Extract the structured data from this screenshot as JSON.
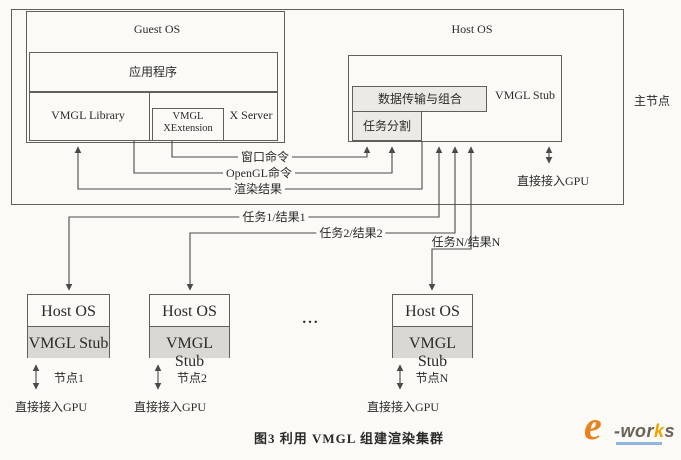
{
  "figure": {
    "caption": "图3  利用 VMGL 组建渲染集群"
  },
  "colors": {
    "paper": "#fbfaf7",
    "line": "#4a4a4a",
    "border": "#5f5f5c",
    "text": "#2a2a28",
    "shade_light": "#eceae5",
    "shade_stub": "#d9d8d2",
    "logo_orange": "#e8821e",
    "logo_dark": "#6b6156",
    "logo_k": "#f0a400",
    "logo_bar": "#8fb6e0"
  },
  "main_node": {
    "label": "主节点",
    "guest_os": {
      "title": "Guest OS",
      "application": "应用程序",
      "vmgl_library": "VMGL Library",
      "x_server": "X Server",
      "xextension_line1": "VMGL",
      "xextension_line2": "XExtension"
    },
    "host_os": {
      "title": "Host OS",
      "vmgl_stub": "VMGL Stub",
      "data_combine": "数据传输与组合",
      "task_split": "任务分割",
      "gpu_access": "直接接入GPU"
    }
  },
  "flows": {
    "window_cmd": "窗口命令",
    "opengl_cmd": "OpenGL命令",
    "render_result": "渲染结果",
    "task1": "任务1/结果1",
    "task2": "任务2/结果2",
    "taskN": "任务N/结果N"
  },
  "nodes": [
    {
      "os": "Host OS",
      "stub": "VMGL Stub",
      "name": "节点1",
      "gpu": "直接接入GPU"
    },
    {
      "os": "Host OS",
      "stub": "VMGL Stub",
      "name": "节点2",
      "gpu": "直接接入GPU"
    },
    {
      "os": "Host OS",
      "stub": "VMGL Stub",
      "name": "节点N",
      "gpu": "直接接入GPU"
    }
  ],
  "ellipsis": "...",
  "logo": {
    "e": "e",
    "part1": "-wor",
    "k": "k",
    "part2": "s"
  }
}
